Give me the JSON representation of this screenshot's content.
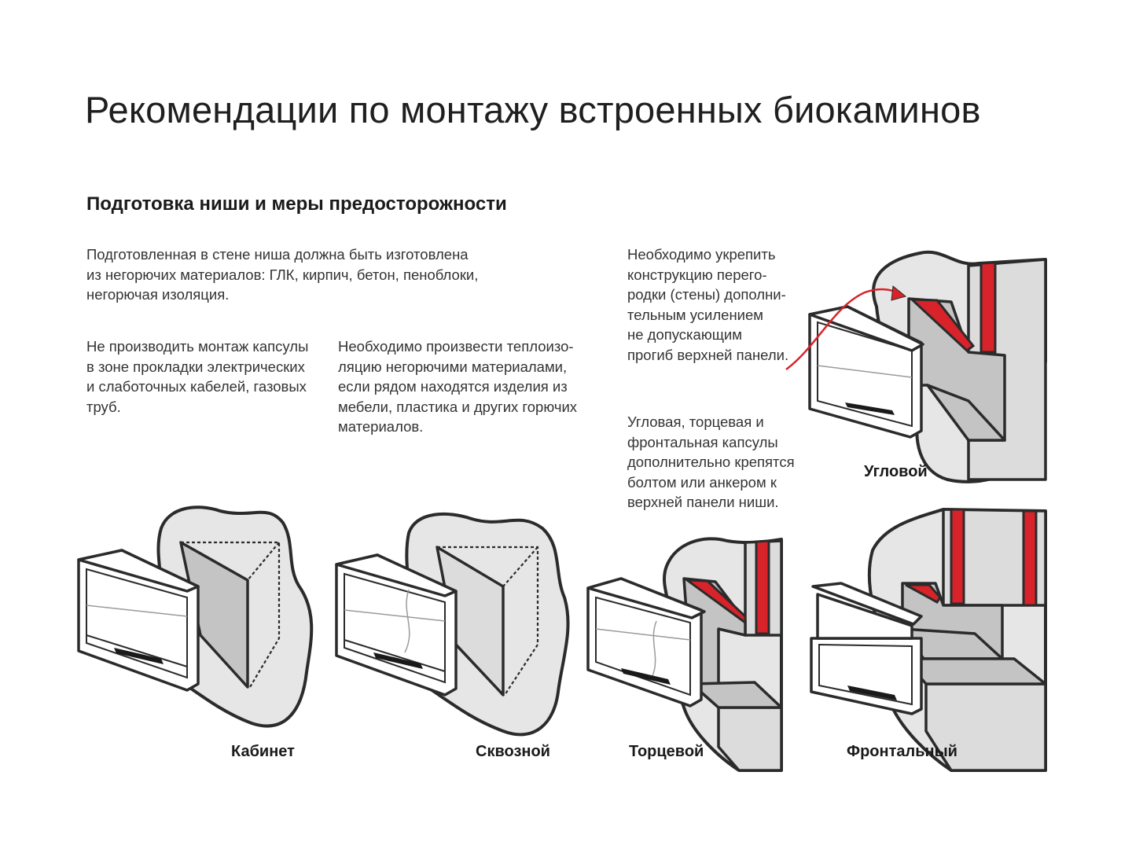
{
  "page": {
    "title": "Рекомендации по монтажу встроенных биокаминов",
    "subtitle": "Подготовка ниши и меры предосторожности"
  },
  "texts": {
    "intro": [
      "Подготовленная в стене ниша должна быть изготовлена",
      "из негорючих материалов: ГЛК, кирпич, бетон, пеноблоки,",
      "негорючая изоляция."
    ],
    "cables": [
      "Не производить монтаж капсулы",
      "в зоне прокладки электрических",
      "и слаботочных кабелей, газовых",
      "труб."
    ],
    "insulation": [
      "Необходимо произвести теплоизо-",
      "ляцию негорючими материалами,",
      "если рядом находятся изделия из",
      "мебели, пластика и других горючих",
      "материалов."
    ],
    "reinforce": [
      "Необходимо укрепить",
      "конструкцию перего-",
      "родки (стены) дополни-",
      "тельным усилением",
      "не допускающим",
      "прогиб верхней панели."
    ],
    "bolt": [
      "Угловая, торцевая и",
      "фронтальная капсулы",
      "дополнительно крепятся",
      "болтом или анкером к",
      "верхней панели ниши."
    ]
  },
  "labels": {
    "cabinet": "Кабинет",
    "through": "Сквозной",
    "end": "Торцевой",
    "frontal": "Фронтальный",
    "corner": "Угловой"
  },
  "colors": {
    "accent_red": "#d8232a",
    "wall_gray": "#c4c4c4",
    "background_gray": "#e6e6e6"
  }
}
